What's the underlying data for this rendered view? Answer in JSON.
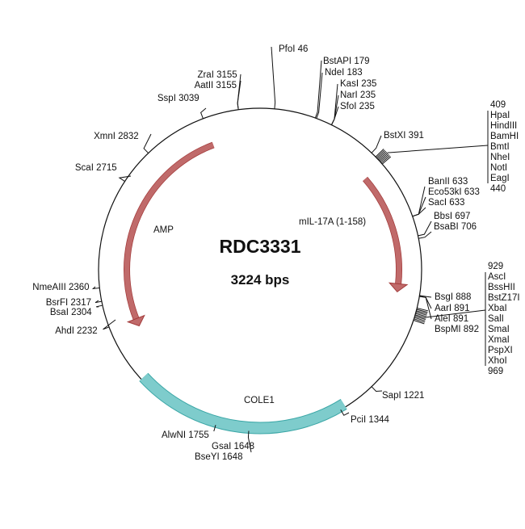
{
  "plasmid": {
    "name": "RDC3331",
    "size_label": "3224 bps",
    "length_bp": 3224
  },
  "features": [
    {
      "name": "AMP",
      "start": 3040,
      "end": 2195,
      "direction": "reverse",
      "color": "#c06a6a"
    },
    {
      "name": "mIL-17A (1-158)",
      "start": 440,
      "end": 888,
      "direction": "forward",
      "color": "#c06a6a"
    },
    {
      "name": "COLE1",
      "start": 1326,
      "end": 2036,
      "direction": "none",
      "color": "#7ecccc"
    }
  ],
  "sites": [
    {
      "label": "PfoI 46",
      "bp": 46
    },
    {
      "label": "BstAPI 179",
      "bp": 179
    },
    {
      "label": "NdeI 183",
      "bp": 183
    },
    {
      "label": "KasI 235",
      "bp": 235
    },
    {
      "label": "NarI 235",
      "bp": 235
    },
    {
      "label": "SfoI 235",
      "bp": 235
    },
    {
      "label": "BstXI 391",
      "bp": 391
    },
    {
      "label": "BanII 633",
      "bp": 633
    },
    {
      "label": "Eco53kI 633",
      "bp": 633
    },
    {
      "label": "SacI 633",
      "bp": 633
    },
    {
      "label": "BbsI 697",
      "bp": 697
    },
    {
      "label": "BsaBI 706",
      "bp": 706
    },
    {
      "label": "BsgI 888",
      "bp": 888
    },
    {
      "label": "AarI 891",
      "bp": 891
    },
    {
      "label": "AleI 891",
      "bp": 891
    },
    {
      "label": "BspMI 892",
      "bp": 892
    },
    {
      "label": "SapI 1221",
      "bp": 1221
    },
    {
      "label": "PciI 1344",
      "bp": 1344
    },
    {
      "label": "GsaI 1648",
      "bp": 1648
    },
    {
      "label": "BseYI 1648",
      "bp": 1648
    },
    {
      "label": "AlwNI 1755",
      "bp": 1755
    },
    {
      "label": "AhdI 2232",
      "bp": 2232
    },
    {
      "label": "BsaI 2304",
      "bp": 2304
    },
    {
      "label": "BsrFI 2317",
      "bp": 2317
    },
    {
      "label": "NmeAIII 2360",
      "bp": 2360
    },
    {
      "label": "ScaI 2715",
      "bp": 2715
    },
    {
      "label": "XmnI 2832",
      "bp": 2832
    },
    {
      "label": "SspI 3039",
      "bp": 3039
    },
    {
      "label": "AatII 3155",
      "bp": 3155
    },
    {
      "label": "ZraI 3155",
      "bp": 3155
    }
  ],
  "mcs_groups": [
    {
      "start_label": "409",
      "end_label": "440",
      "start": 409,
      "end": 440,
      "enzymes": [
        "HpaI",
        "HindIII",
        "BamHI",
        "BmtI",
        "NheI",
        "NotI",
        "EagI"
      ]
    },
    {
      "start_label": "929",
      "end_label": "969",
      "start": 929,
      "end": 969,
      "enzymes": [
        "AscI",
        "BssHII",
        "BstZ17I",
        "XbaI",
        "SalI",
        "SmaI",
        "XmaI",
        "PspXI",
        "XhoI"
      ]
    }
  ],
  "colors": {
    "backbone": "#111111",
    "gene_arrow": "#c06a6a",
    "gene_arrow_edge": "#a33b3b",
    "ori": "#7ecccc",
    "ori_edge": "#3aa6a6"
  }
}
